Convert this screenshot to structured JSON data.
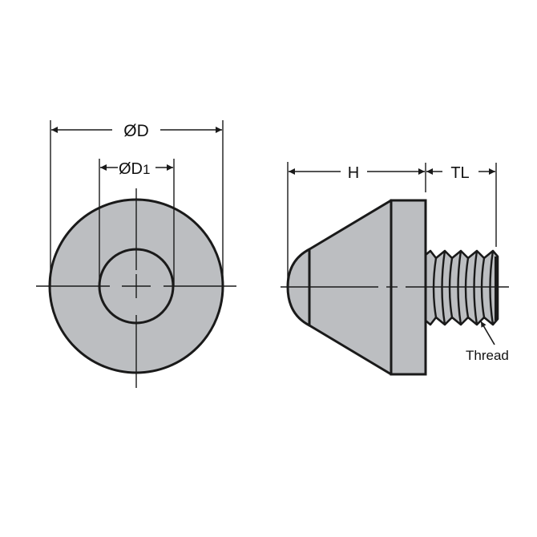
{
  "diagram": {
    "type": "technical-drawing",
    "colors": {
      "fill": "#bcbec1",
      "stroke": "#1a1a1a",
      "background": "#ffffff"
    },
    "front_view": {
      "labels": {
        "outer_diameter": "ØD",
        "inner_diameter": "ØD",
        "inner_diameter_sub": "1"
      }
    },
    "side_view": {
      "labels": {
        "height": "H",
        "thread_length": "TL",
        "thread_callout": "Thread"
      }
    }
  }
}
